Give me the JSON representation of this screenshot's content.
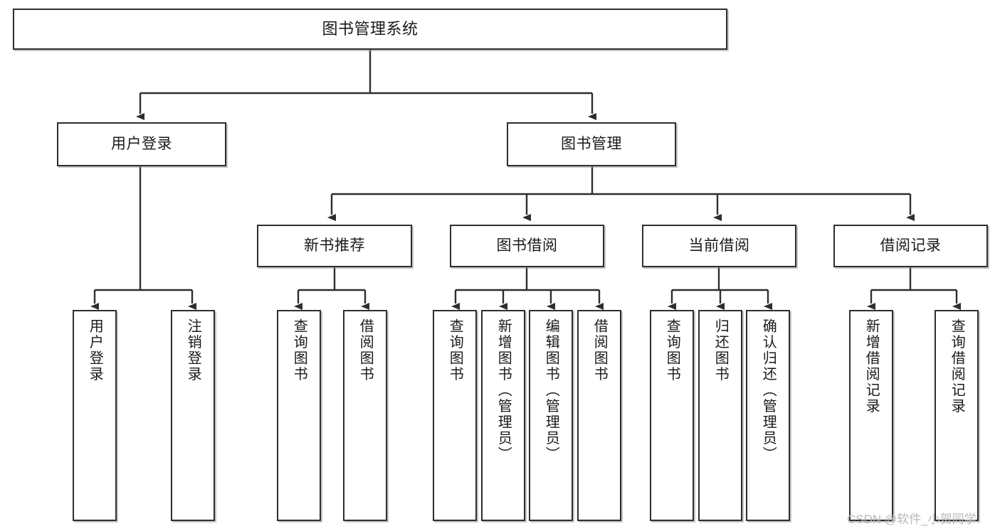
{
  "diagram": {
    "type": "tree-hierarchy",
    "title": "图书管理系统",
    "watermark": "CSDN @软件_小贺同学",
    "colors": {
      "border": "#2e2e2e",
      "background": "#ffffff",
      "text": "#1a1a1a",
      "edge": "#2e2e2e",
      "watermark": "#b9b9b9"
    },
    "nodes": {
      "root": {
        "label": "图书管理系统"
      },
      "level1": [
        {
          "label": "用户登录"
        },
        {
          "label": "图书管理"
        }
      ],
      "level2": [
        {
          "label": "新书推荐"
        },
        {
          "label": "图书借阅"
        },
        {
          "label": "当前借阅"
        },
        {
          "label": "借阅记录"
        }
      ],
      "leaves_user_login": [
        {
          "label": "用户登录"
        },
        {
          "label": "注销登录"
        }
      ],
      "leaves_new_book": [
        {
          "label": "查询图书"
        },
        {
          "label": "借阅图书"
        }
      ],
      "leaves_borrow": [
        {
          "label": "查询图书"
        },
        {
          "label": "新增图书（管理员）"
        },
        {
          "label": "编辑图书（管理员）"
        },
        {
          "label": "借阅图书"
        }
      ],
      "leaves_current": [
        {
          "label": "查询图书"
        },
        {
          "label": "归还图书"
        },
        {
          "label": "确认归还（管理员）"
        }
      ],
      "leaves_records": [
        {
          "label": "新增借阅记录"
        },
        {
          "label": "查询借阅记录"
        }
      ]
    }
  }
}
